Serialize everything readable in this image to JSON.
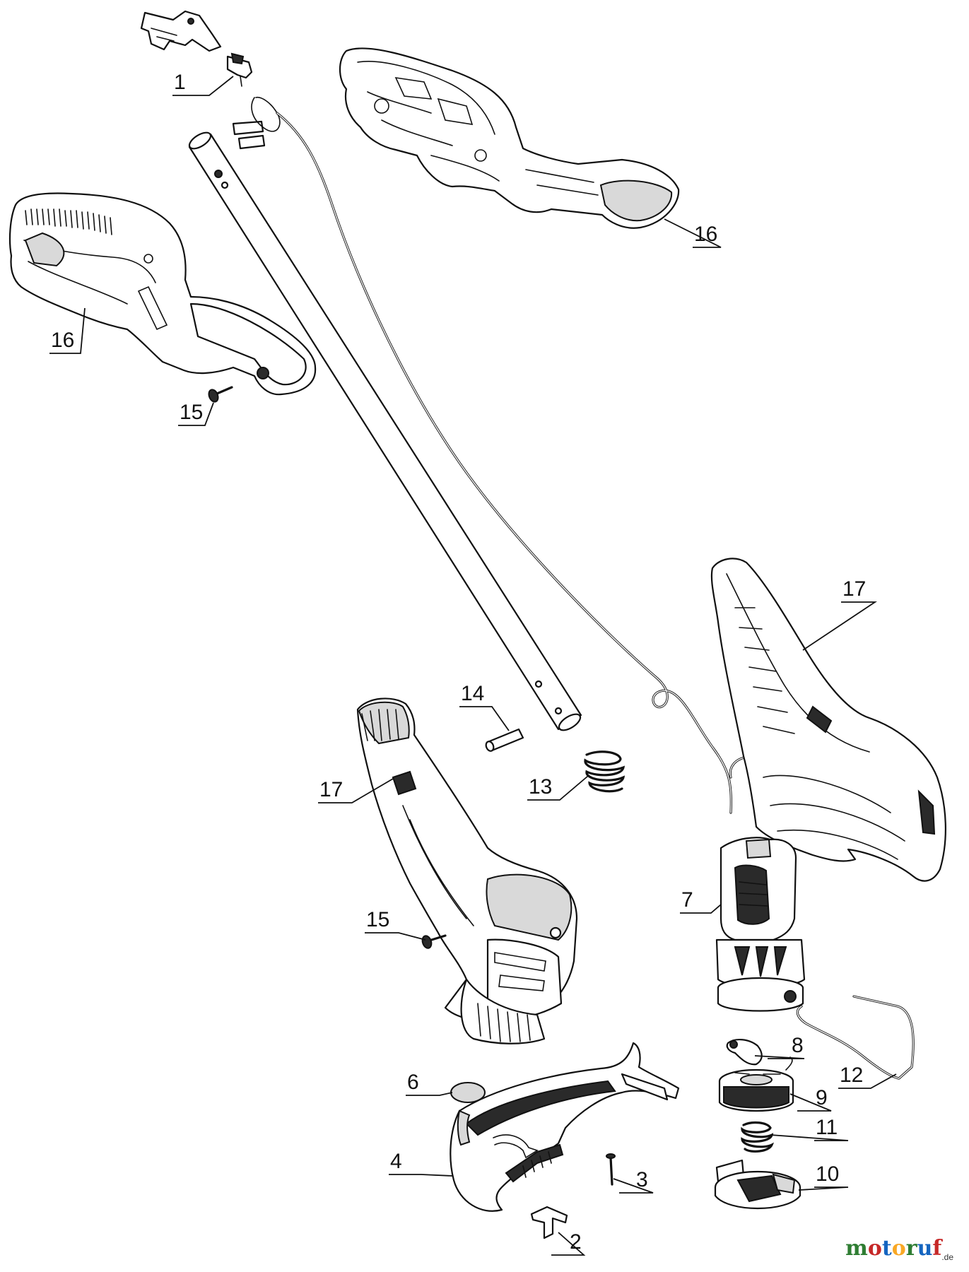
{
  "callouts": {
    "c1": "1",
    "c16_top": "16",
    "c16_left": "16",
    "c15_top": "15",
    "c17_right": "17",
    "c14": "14",
    "c13": "13",
    "c17_left": "17",
    "c7": "7",
    "c15_bottom": "15",
    "c8": "8",
    "c12": "12",
    "c6": "6",
    "c9": "9",
    "c11": "11",
    "c4": "4",
    "c3": "3",
    "c10": "10",
    "c2": "2"
  },
  "watermark": {
    "letters": [
      "m",
      "o",
      "t",
      "o",
      "r",
      "u",
      "f"
    ],
    "suffix": ".de",
    "colors": [
      "#2e7d32",
      "#c62828",
      "#1565c0",
      "#f9a825",
      "#2e7d32",
      "#1565c0",
      "#c62828"
    ]
  }
}
